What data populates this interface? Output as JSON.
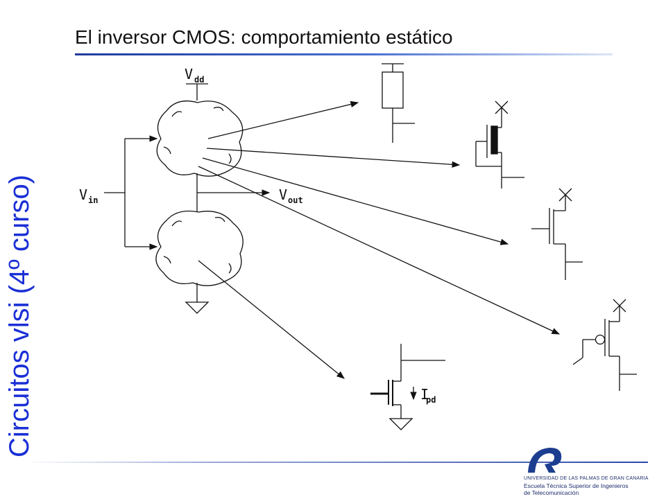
{
  "slide": {
    "title": "El inversor CMOS: comportamiento estático",
    "side_title": "Circuitos vlsi (4º curso)"
  },
  "diagram": {
    "labels": {
      "vdd_main": "V",
      "vdd_sub": "dd",
      "vin_main": "V",
      "vin_sub": "in",
      "vout_main": "V",
      "vout_sub": "out",
      "ipd_main": "I",
      "ipd_sub": "pd"
    },
    "network_blocks": [
      "pull-up network",
      "pull-down network"
    ],
    "device_options": [
      "resistor load",
      "depletion nMOS load",
      "enhancement nMOS load",
      "pMOS load",
      "nMOS pull-down"
    ]
  },
  "footer": {
    "logo_line1": "UNIVERSIDAD DE LAS PALMAS DE GRAN CANARIA",
    "logo_line2": "Escuela Técnica Superior de Ingenieros",
    "logo_line3": "de Telecomunicación"
  },
  "colors": {
    "accent_blue": "#1a2fd6",
    "rule_blue": "#2c46a8",
    "ink": "#111111"
  }
}
